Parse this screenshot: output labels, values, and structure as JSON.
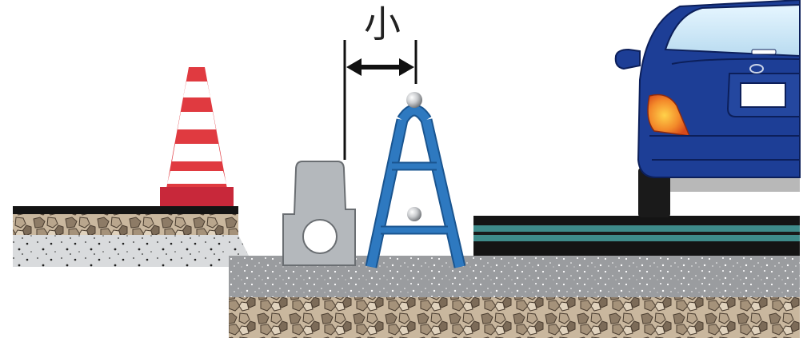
{
  "gap_label": "小",
  "colors": {
    "cone_red": "#e03a40",
    "cone_base": "#c8283a",
    "barrier_blue": "#2e79c0",
    "block_gray": "#b4b8bc",
    "car_blue": "#1d3e96",
    "asphalt_black": "#141414",
    "teal_layer": "#3e8b8a",
    "gravel": "#c9b79e",
    "concrete": "#d8dadc"
  },
  "icons": [
    "traffic-cone",
    "concrete-block",
    "a-frame-barrier",
    "car-rear"
  ]
}
